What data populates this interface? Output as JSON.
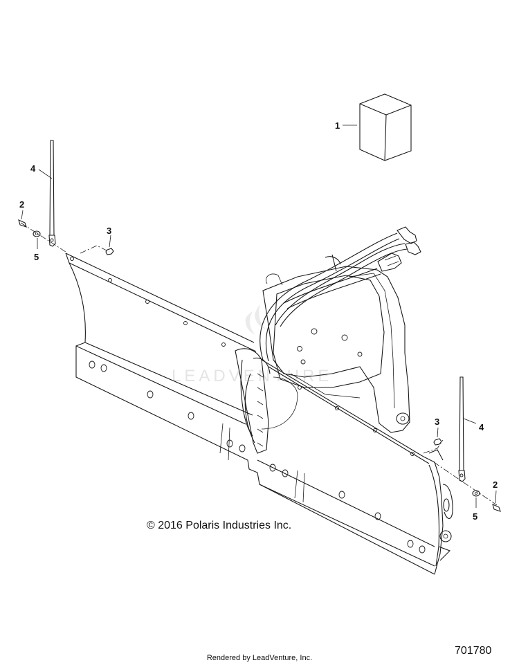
{
  "callouts": {
    "c1": "1",
    "c2_left": "2",
    "c3_left": "3",
    "c4_left": "4",
    "c5_left": "5",
    "c2_right": "2",
    "c3_right": "3",
    "c4_right": "4",
    "c5_right": "5"
  },
  "copyright": "© 2016 Polaris Industries Inc.",
  "diagram_number": "701780",
  "rendered_by": "Rendered by LeadVenture, Inc.",
  "watermark": "LEADVENTURE",
  "colors": {
    "line": "#1a1a1a",
    "background": "#ffffff",
    "watermark": "#cfcfcf"
  }
}
